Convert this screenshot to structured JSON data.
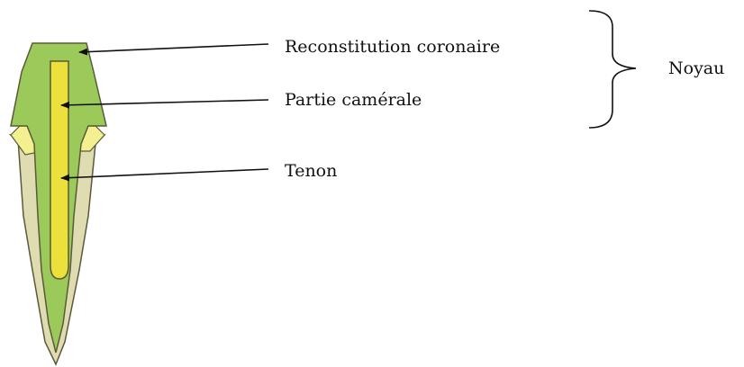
{
  "labels": {
    "reconstitution": "Reconstitution coronaire",
    "partie_camerale": "Partie camérale",
    "tenon": "Tenon",
    "noyau": "Noyau"
  },
  "colors": {
    "crown_green": "#9bc95a",
    "root_beige": "#dedcb0",
    "shoulder_yellow": "#f4ef8f",
    "post_yellow": "#ece03a",
    "outline": "#5a5a3a",
    "arrow": "#111111"
  }
}
